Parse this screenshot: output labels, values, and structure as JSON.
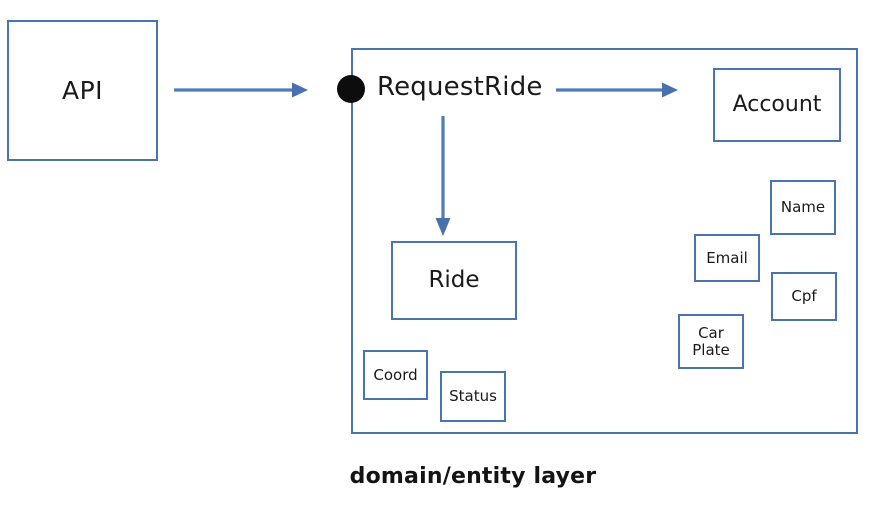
{
  "diagram": {
    "title_caption": "domain/entity layer",
    "accent_color": "#4a74ae",
    "arrow_color": "#4f7cba",
    "dot_color": "#0d0d0d",
    "background": "#ffffff",
    "external": {
      "api_label": "API"
    },
    "layer": {
      "entry_point_label": "RequestRide",
      "entities": [
        {
          "label": "Ride"
        },
        {
          "label": "Account"
        }
      ],
      "value_objects": [
        {
          "label": "Name"
        },
        {
          "label": "Email"
        },
        {
          "label": "Cpf"
        },
        {
          "label": "Car\nPlate"
        },
        {
          "label": "Coord"
        },
        {
          "label": "Status"
        }
      ]
    },
    "arrows": [
      {
        "name": "api-to-requestride",
        "direction": "right"
      },
      {
        "name": "requestride-to-account",
        "direction": "right"
      },
      {
        "name": "requestride-to-ride",
        "direction": "down"
      }
    ]
  }
}
